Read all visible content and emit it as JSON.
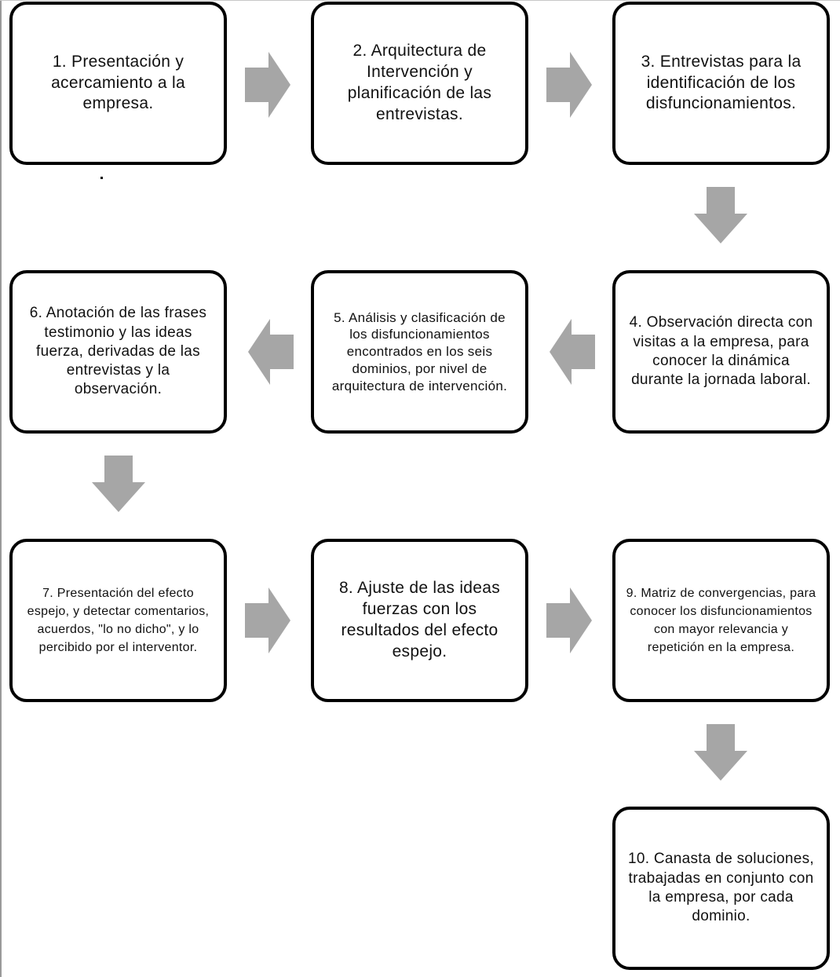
{
  "colors": {
    "arrow": "#a6a6a6",
    "border": "#000000",
    "text": "#111111"
  },
  "steps": [
    {
      "label": "1. Presentación y acercamiento a la empresa."
    },
    {
      "label": "2. Arquitectura de Intervención y planificación de las entrevistas."
    },
    {
      "label": "3. Entrevistas para la identificación de los disfuncionamientos."
    },
    {
      "label": "4. Observación directa con visitas a la empresa, para conocer la dinámica durante la jornada laboral."
    },
    {
      "label": "5. Análisis y clasificación de los disfuncionamientos encontrados en los seis dominios, por nivel de arquitectura de intervención."
    },
    {
      "label": "6. Anotación de las frases testimonio y las ideas fuerza, derivadas de las entrevistas y la observación."
    },
    {
      "label": "7. Presentación del efecto espejo, y detectar comentarios, acuerdos, \"lo no dicho\", y lo percibido por el interventor."
    },
    {
      "label": "8. Ajuste de las ideas fuerzas con los resultados del efecto espejo."
    },
    {
      "label": "9. Matriz de convergencias, para conocer los disfuncionamientos con mayor relevancia y repetición en la empresa."
    },
    {
      "label": "10. Canasta de soluciones, trabajadas en conjunto con la empresa, por cada dominio."
    }
  ]
}
